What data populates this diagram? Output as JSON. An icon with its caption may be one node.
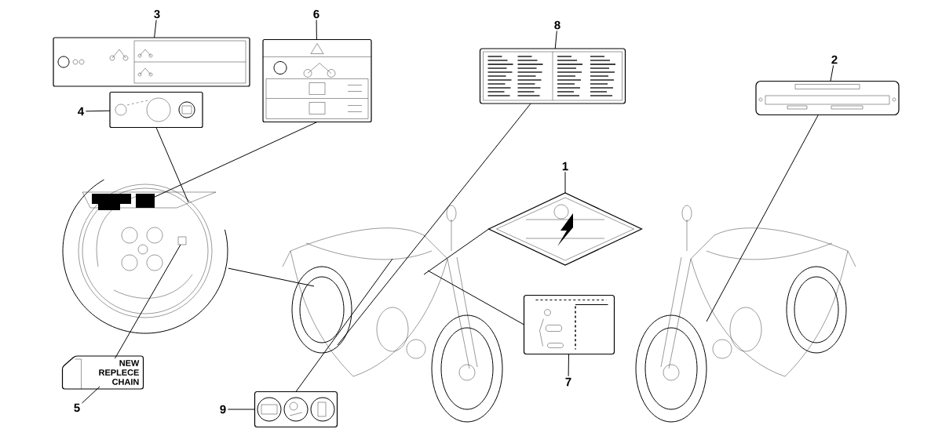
{
  "diagram": {
    "nodes": [
      {
        "text": [
          "3"
        ]
      },
      {
        "text": [],
        "shape": "picture"
      },
      {
        "text": [
          "4"
        ]
      },
      {
        "text": [],
        "shape": "picture"
      },
      {
        "text": [
          "6"
        ]
      },
      {
        "text": [],
        "shape": "picture"
      },
      {
        "text": [
          "8"
        ]
      },
      {
        "text": [],
        "shape": "picture"
      },
      {
        "text": [
          "2"
        ]
      },
      {
        "text": [],
        "shape": "picture"
      },
      {
        "text": [
          "1"
        ]
      },
      {
        "text": [],
        "shape": "diamond"
      },
      {
        "text": [],
        "shape": "picture"
      },
      {
        "text": [],
        "shape": "picture"
      },
      {
        "text": [],
        "shape": "picture"
      },
      {
        "text": [
          "NEW REPLECE CHAIN"
        ]
      },
      {
        "text": [
          "5"
        ]
      },
      {
        "text": [],
        "shape": "picture"
      },
      {
        "text": [
          "7"
        ]
      },
      {
        "text": [],
        "shape": "picture"
      },
      {
        "text": [
          "9"
        ]
      }
    ],
    "edges": [
      {
        "from": 0,
        "to": 1,
        "arrow": "none"
      },
      {
        "from": 2,
        "to": 3,
        "arrow": "none"
      },
      {
        "from": 4,
        "to": 5,
        "arrow": "none"
      },
      {
        "from": 6,
        "to": 7,
        "arrow": "none"
      },
      {
        "from": 8,
        "to": 9,
        "arrow": "none"
      },
      {
        "from": 10,
        "to": 11,
        "arrow": "none"
      },
      {
        "from": 16,
        "to": 15,
        "arrow": "none"
      },
      {
        "from": 18,
        "to": 17,
        "arrow": "none"
      },
      {
        "from": 20,
        "to": 19,
        "arrow": "none"
      },
      {
        "from": 3,
        "to": 12,
        "arrow": "none"
      },
      {
        "from": 5,
        "to": 12,
        "arrow": "none"
      },
      {
        "from": 15,
        "to": 12,
        "arrow": "none"
      },
      {
        "from": 12,
        "to": 13,
        "arrow": "none"
      },
      {
        "from": 7,
        "to": 13,
        "arrow": "none"
      },
      {
        "from": 11,
        "to": 13,
        "arrow": "none"
      },
      {
        "from": 17,
        "to": 13,
        "arrow": "none"
      },
      {
        "from": 19,
        "to": 13,
        "arrow": "none"
      },
      {
        "from": 9,
        "to": 14,
        "arrow": "none"
      }
    ]
  }
}
